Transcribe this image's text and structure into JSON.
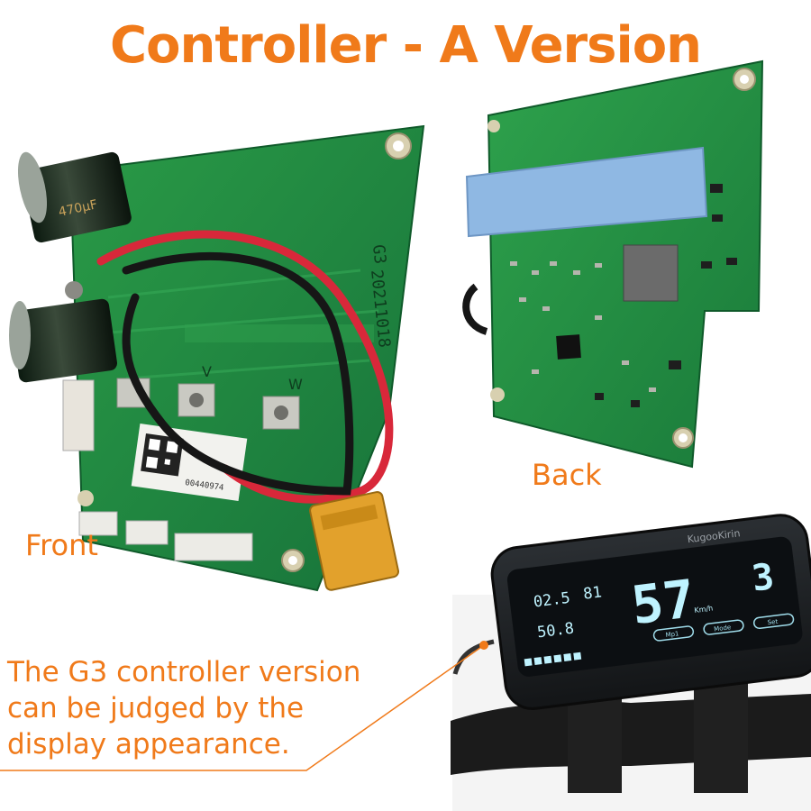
{
  "title": "Controller - A Version",
  "labels": {
    "front": "Front",
    "back": "Back"
  },
  "caption_lines": [
    "The G3 controller version",
    "can be judged by the",
    "display appearance."
  ],
  "pcb_markings": {
    "model": "G3",
    "date": "20211018",
    "phase_v": "V",
    "phase_w": "W",
    "cap_rating": "470μF",
    "sticker_code": "00440974"
  },
  "display": {
    "brand": "KugooKirin",
    "speed": "57",
    "speed_unit": "Km/h",
    "gear": "3",
    "trip": "02.5",
    "odometer": "50.8",
    "temperature": "81",
    "buttons": [
      "Mp1",
      "Mode",
      "Set"
    ]
  },
  "colors": {
    "accent_orange": "#f07a1a",
    "pcb_green": "#1f8a3a",
    "display_teal": "#bff3ff"
  }
}
